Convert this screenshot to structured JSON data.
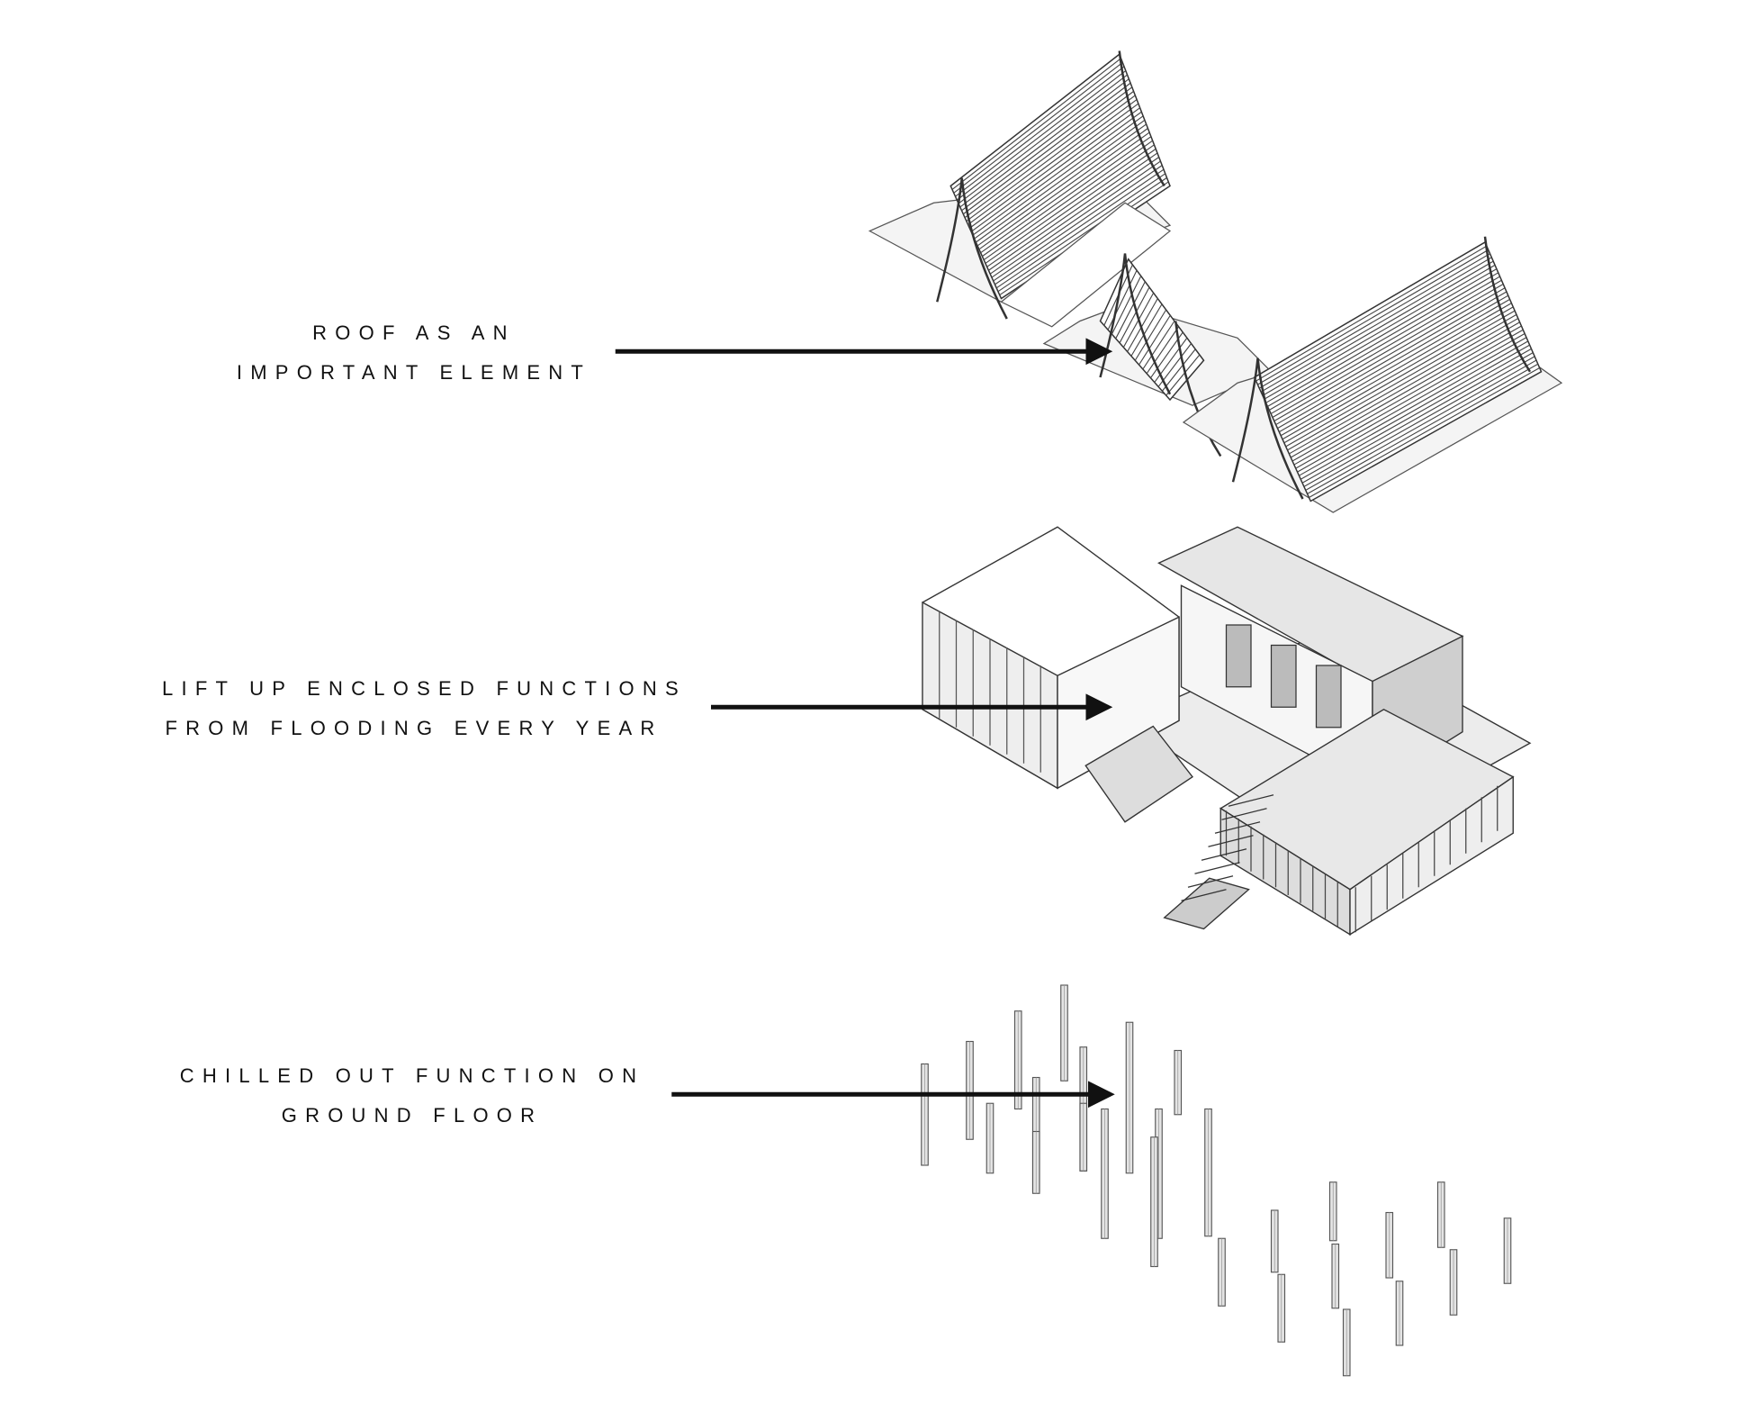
{
  "annotations": [
    {
      "lines": [
        "ROOF AS AN",
        "IMPORTANT ELEMENT"
      ],
      "target": "roof"
    },
    {
      "lines": [
        "LIFT UP ENCLOSED FUNCTIONS",
        "FROM FLOODING EVERY YEAR"
      ],
      "target": "enclosed-functions"
    },
    {
      "lines": [
        "CHILLED OUT FUNCTION ON",
        "GROUND FLOOR"
      ],
      "target": "ground-floor-posts"
    }
  ],
  "colors": {
    "ink": "#111111",
    "line": "#555555",
    "shade": "#cfcfcf",
    "light": "#f4f4f4"
  }
}
